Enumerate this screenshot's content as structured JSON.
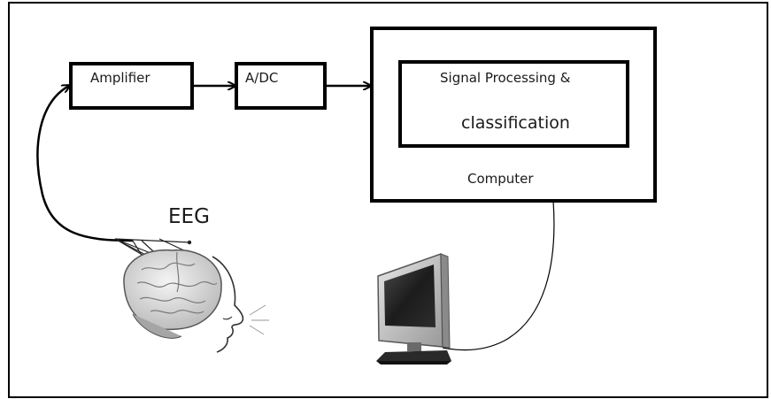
{
  "diagram": {
    "blocks": {
      "amplifier": "Amplifier",
      "adc": "A/DC",
      "signal_processing_line1": "Signal Processing &",
      "signal_processing_line2": "classification",
      "computer": "Computer"
    },
    "eeg_label": "EEG",
    "colors": {
      "stroke": "#000000",
      "text": "#1a1a1a"
    },
    "icons": [
      "brain-head-icon",
      "monitor-icon"
    ]
  }
}
